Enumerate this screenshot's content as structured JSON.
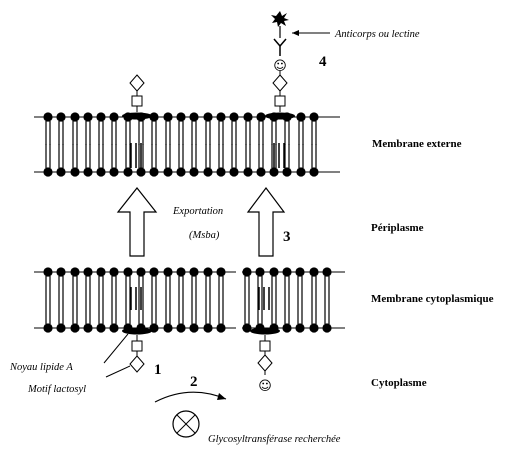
{
  "labels": {
    "antibody": "Anticorps ou lectine",
    "outer_membrane": "Membrane externe",
    "periplasm": "Périplasme",
    "export": "Exportation",
    "msba": "(Msba)",
    "cyto_membrane": "Membrane cytoplasmique",
    "lipid_core": "Noyau lipide A",
    "lactosyl": "Motif lactosyl",
    "cytoplasm": "Cytoplasme",
    "glyco": "Glycosyltransférase recherchée"
  },
  "steps": {
    "s1": "1",
    "s2": "2",
    "s3": "3",
    "s4": "4"
  },
  "glyphs": {
    "smiley": "☺"
  }
}
